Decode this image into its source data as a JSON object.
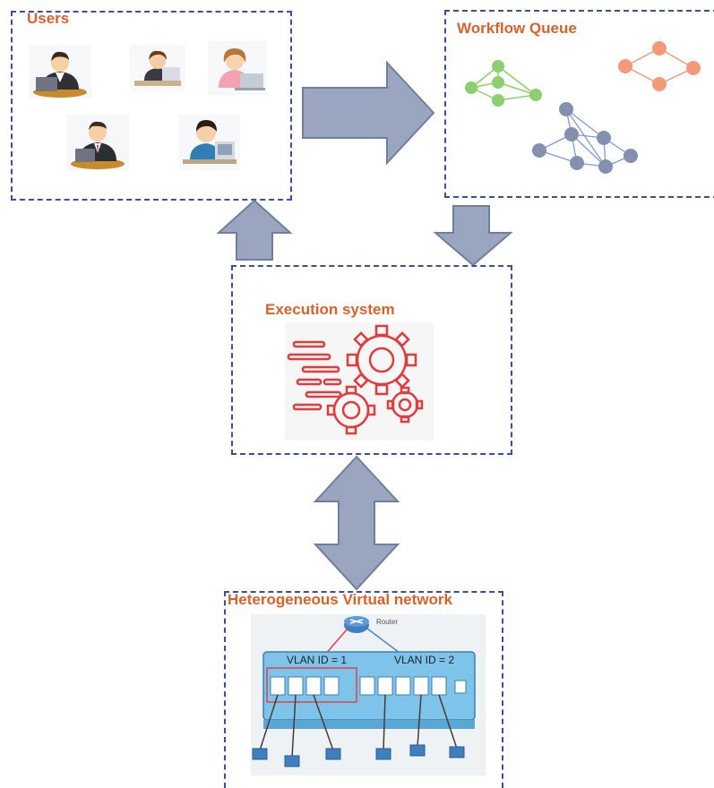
{
  "users": {
    "title": "Users",
    "people_count": 5
  },
  "workflow_queue": {
    "title": "Workflow Queue"
  },
  "execution": {
    "title": "Execution system"
  },
  "network": {
    "title": "Heterogeneous Virtual network",
    "router_label": "Router",
    "vlan1": "VLAN ID = 1",
    "vlan2": "VLAN ID = 2"
  },
  "colors": {
    "title": "#d9622b",
    "border": "#3d4f9a",
    "arrow_fill": "#9aa6bf",
    "arrow_stroke": "#6f7f9f",
    "gear": "#e23b3b",
    "dag_green": "#8ccf6e",
    "dag_orange": "#f39a78",
    "dag_blue": "#8490ad",
    "switch": "#7ec3ea",
    "vlan1": "#e0414a",
    "vlan2": "#4d86c7"
  }
}
